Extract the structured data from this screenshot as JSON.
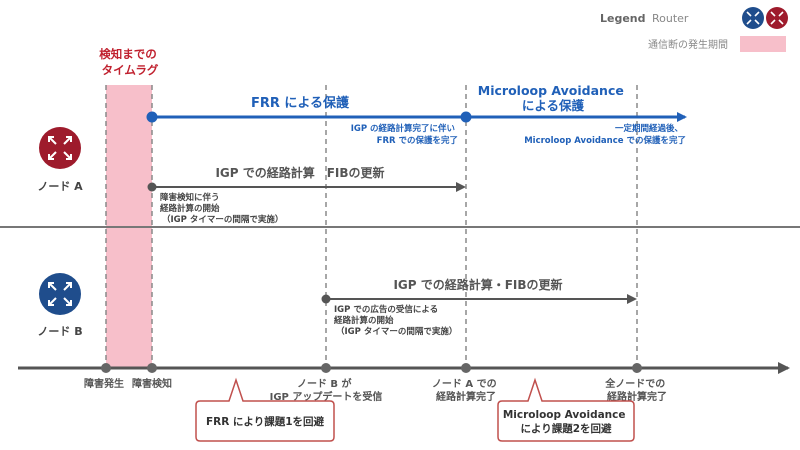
{
  "legend": {
    "title": "Legend",
    "router_label": "Router",
    "outage_label": "通信断の発生期間"
  },
  "lag_label": [
    "検知までの",
    "タイムラグ"
  ],
  "frr_protection": "FRR による保護",
  "microloop_protection": [
    "Microloop Avoidance",
    "による保護"
  ],
  "frr_complete_note": [
    "IGP の経路計算完了に伴い",
    "FRR での保護を完了"
  ],
  "microloop_complete_note": [
    "一定期間経過後、",
    "Microloop Avoidance での保護を完了"
  ],
  "node_a": {
    "label": "ノード A",
    "calc_title": "IGP での経路計算　FIBの更新",
    "start_note": [
      "障害検知に伴う",
      "経路計算の開始",
      "（IGP タイマーの間隔で実施）"
    ]
  },
  "node_b": {
    "label": "ノード B",
    "calc_title": "IGP での経路計算・FIBの更新",
    "start_note": [
      "IGP での広告の受信による",
      "経路計算の開始",
      "（IGP タイマーの間隔で実施）"
    ]
  },
  "timeline": [
    {
      "label": [
        "障害発生"
      ]
    },
    {
      "label": [
        "障害検知"
      ]
    },
    {
      "label": [
        "ノード B が",
        "IGP アップデートを受信"
      ]
    },
    {
      "label": [
        "ノード A での",
        "経路計算完了"
      ]
    },
    {
      "label": [
        "全ノードでの",
        "経路計算完了"
      ]
    }
  ],
  "callouts": [
    {
      "text": [
        "FRR により課題1を回避"
      ]
    },
    {
      "text": [
        "Microloop Avoidance",
        "により課題2を回避"
      ]
    }
  ],
  "colors": {
    "red": "#9e1b2c",
    "blue": "#2060b8",
    "gray": "#666666",
    "pink": "#f7bfca",
    "callout_border": "#c0504d"
  }
}
